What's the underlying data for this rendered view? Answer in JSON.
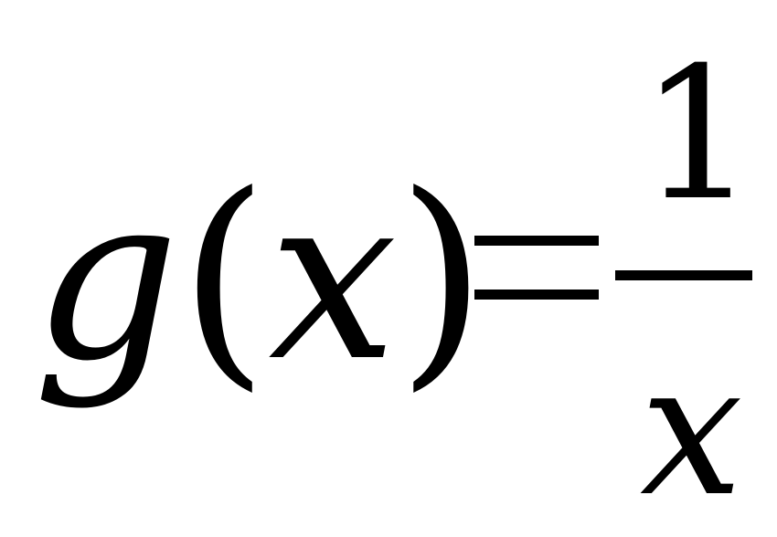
{
  "equation": {
    "func": "g",
    "open_paren": "(",
    "arg": "x",
    "close_paren": ")",
    "numerator": "1",
    "denominator": "x"
  }
}
